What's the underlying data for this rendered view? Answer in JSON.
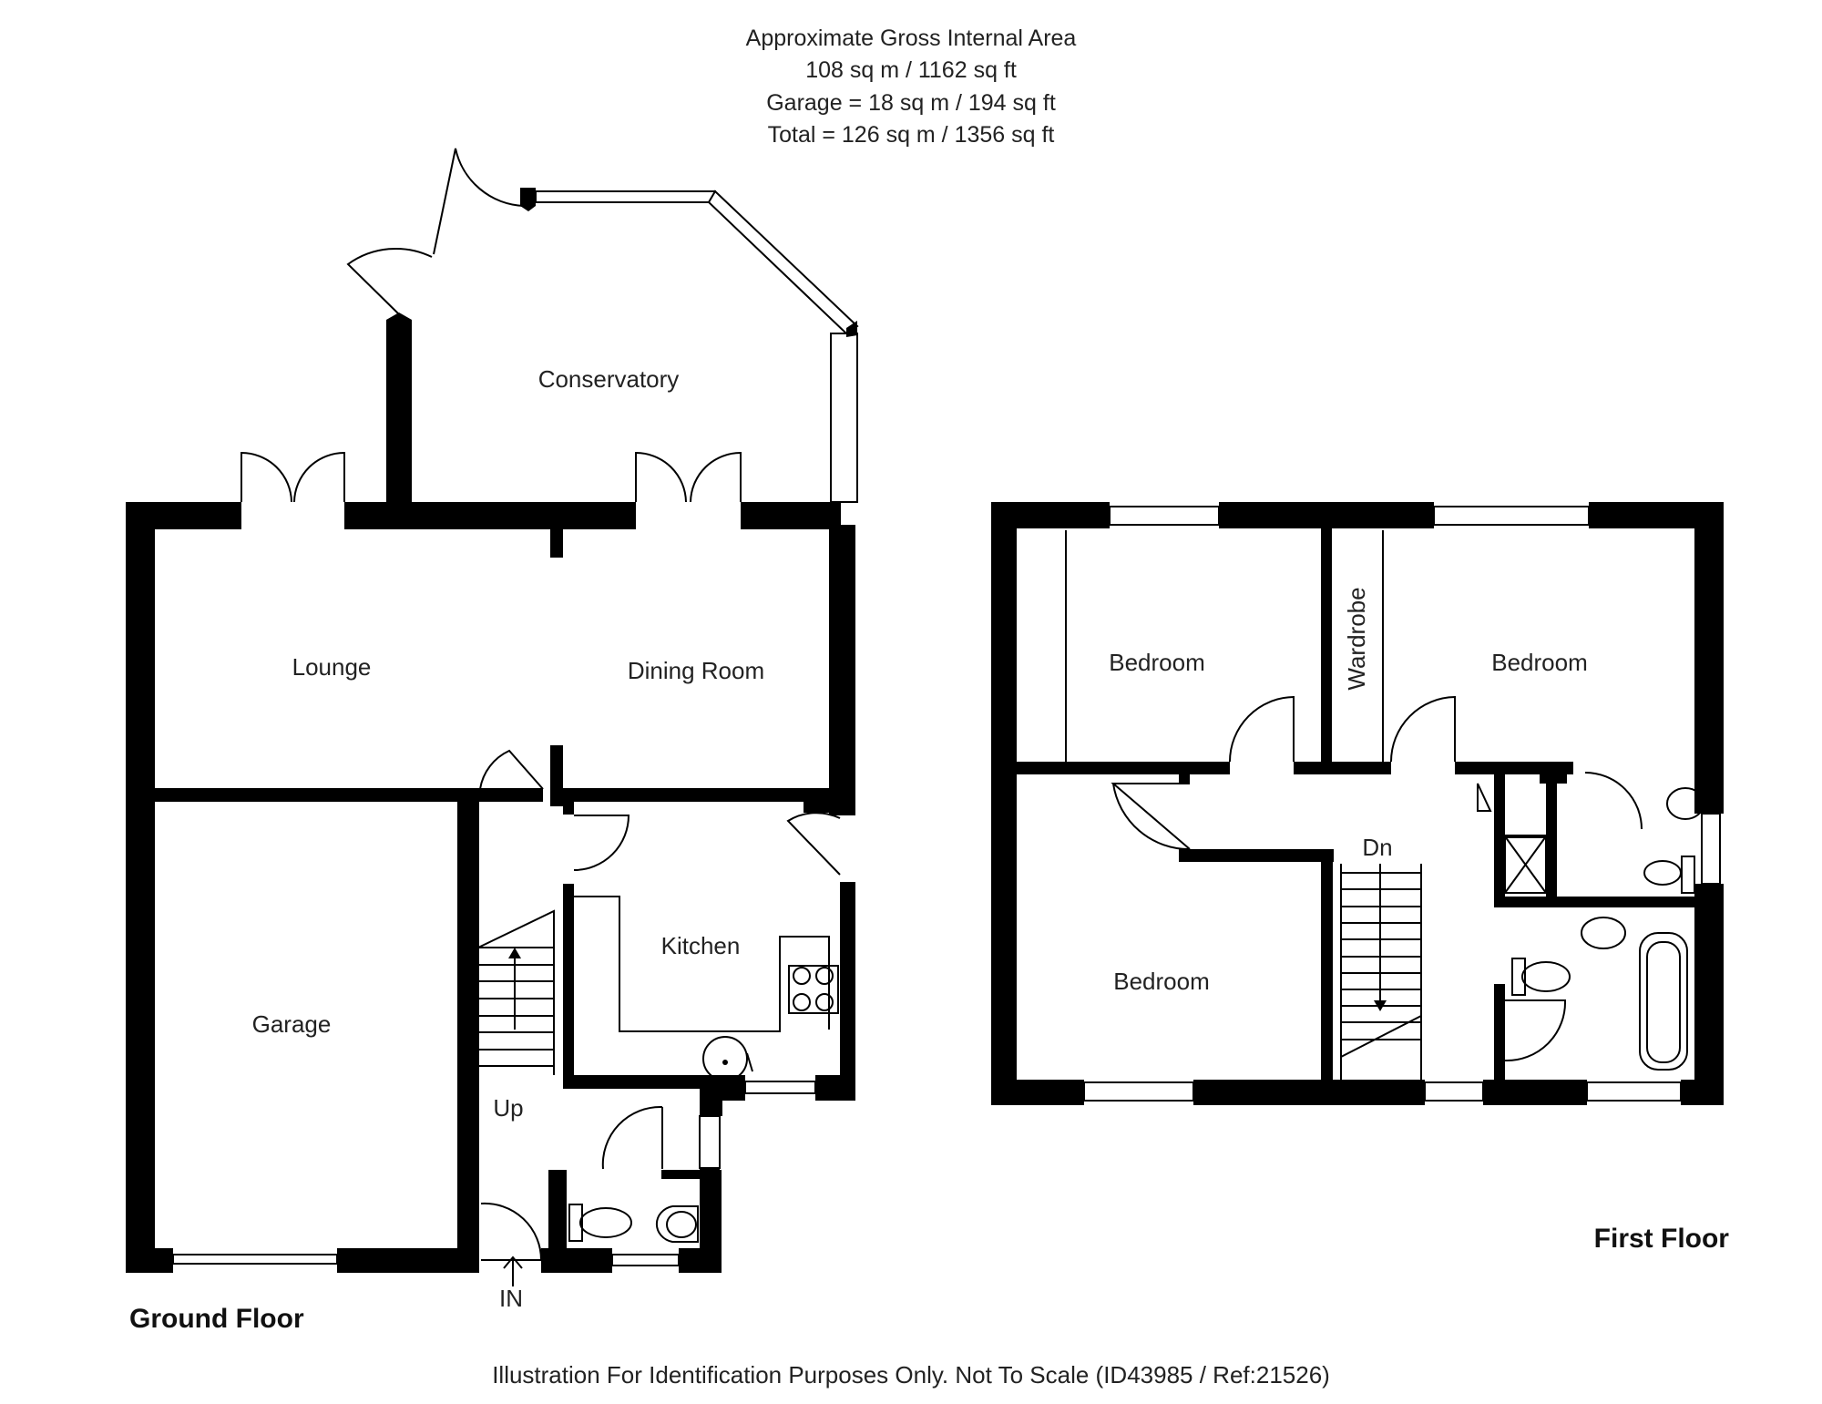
{
  "area": {
    "line1": "Approximate Gross Internal Area",
    "line2": "108 sq m / 1162 sq ft",
    "line3": "Garage = 18 sq m / 194 sq ft",
    "line4": "Total = 126 sq m / 1356 sq ft"
  },
  "ground_floor": {
    "title": "Ground Floor",
    "rooms": {
      "conservatory": "Conservatory",
      "lounge": "Lounge",
      "dining_room": "Dining Room",
      "kitchen": "Kitchen",
      "garage": "Garage"
    },
    "stairs_label": "Up",
    "entrance_label": "IN"
  },
  "first_floor": {
    "title": "First Floor",
    "rooms": {
      "bedroom_1": "Bedroom",
      "bedroom_2": "Bedroom",
      "bedroom_3": "Bedroom",
      "wardrobe": "Wardrobe"
    },
    "stairs_label": "Dn"
  },
  "footer": "Illustration For Identification Purposes Only. Not To Scale (ID43985 / Ref:21526)"
}
